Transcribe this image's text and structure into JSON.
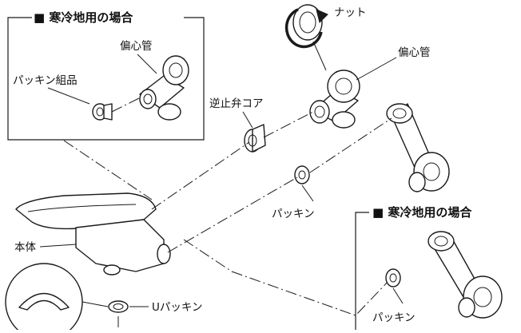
{
  "diagram": {
    "inset_left": {
      "header": "■ 寒冷地用の場合",
      "label_eccentric": "偏心管",
      "label_packing_set": "パッキン組品"
    },
    "inset_right": {
      "header": "■ 寒冷地用の場合",
      "label_packing": "パッキン"
    },
    "labels": {
      "nut": "ナット",
      "eccentric_pipe": "偏心管",
      "check_valve_core": "逆止弁コア",
      "packing": "パッキン",
      "body": "本体",
      "u_packing": "Uパッキン"
    },
    "colors": {
      "line": "#1a1a1a",
      "background": "#ffffff"
    }
  }
}
